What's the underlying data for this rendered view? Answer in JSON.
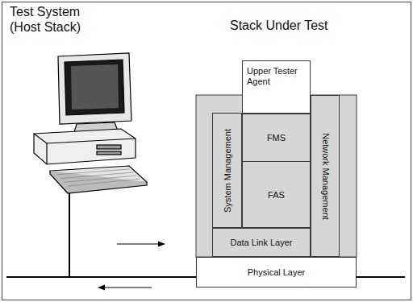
{
  "diagram": {
    "nodes": [
      {
        "text": [
          "Upper Tester Agent"
        ]
      },
      {
        "text": [
          "System Management"
        ]
      },
      {
        "text": [
          "FMS"
        ]
      },
      {
        "text": [
          "FAS"
        ]
      },
      {
        "text": [
          "Network Management"
        ]
      },
      {
        "text": [
          "Data Link Layer"
        ]
      },
      {
        "text": [
          "Physical Layer"
        ]
      }
    ],
    "labels": [
      "Test System (Host Stack)",
      "Stack Under Test"
    ]
  }
}
